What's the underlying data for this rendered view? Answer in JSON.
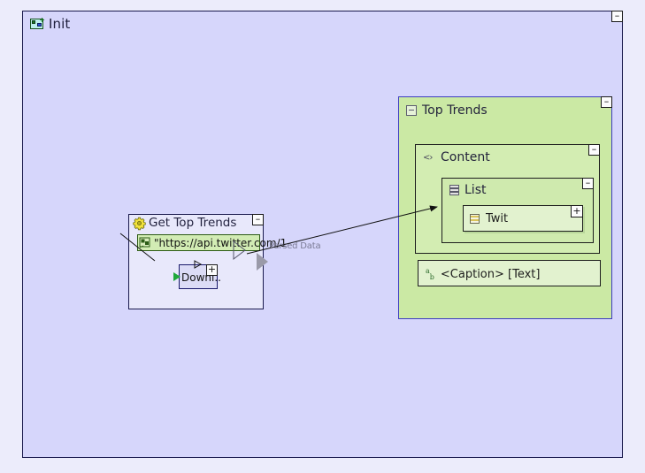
{
  "canvas": {
    "background_color": "#eceeff",
    "frame_background": "#d6d6fb"
  },
  "init_frame": {
    "title": "Init",
    "icon": "init-flow-icon",
    "collapse_label": "–",
    "border_color": "#1a1a4d"
  },
  "nodes": {
    "get_top_trends": {
      "title": "Get Top Trends",
      "icon": "gear-icon",
      "collapse_label": "–",
      "background_color": "#e8e8fb",
      "url_field": {
        "icon": "url-source-icon",
        "value": "\"https://api.twitter.com/1",
        "background_color": "#d2ecb4"
      },
      "download": {
        "label": "Downl..",
        "expand_label": "+",
        "background_color": "#dcdcf6"
      },
      "output_port": {
        "label": "Parsed Data",
        "color": "#9a9aa8"
      }
    }
  },
  "panels": {
    "top_trends": {
      "title": "Top Trends",
      "icon": "square-outline-icon",
      "collapse_label": "–",
      "background_color": "#cbe9a4",
      "border_color": "#3d3dc0",
      "content": {
        "title": "Content",
        "icon": "angle-brackets-icon",
        "collapse_label": "–",
        "background_color": "#d3edb2",
        "list": {
          "title": "List",
          "icon": "list-stack-icon",
          "collapse_label": "–",
          "background_color": "#cfeaae",
          "items": [
            {
              "label": "Twit",
              "icon": "twit-record-icon",
              "expand_label": "+",
              "background_color": "#e2f2cf"
            }
          ]
        }
      },
      "caption_row": {
        "icon": "ab-text-icon",
        "icon_text": "ab",
        "label": "<Caption> [Text]",
        "background_color": "#e2f2cf"
      }
    }
  },
  "connectors": [
    {
      "name": "parsed-data-to-twit",
      "from": "get-top-trends-output-port",
      "to": "twit-item",
      "label": "Parsed Data",
      "color": "#101010"
    },
    {
      "name": "url-to-download",
      "from": "url-field",
      "to": "download-node",
      "label": "",
      "color": "#101010"
    }
  ]
}
